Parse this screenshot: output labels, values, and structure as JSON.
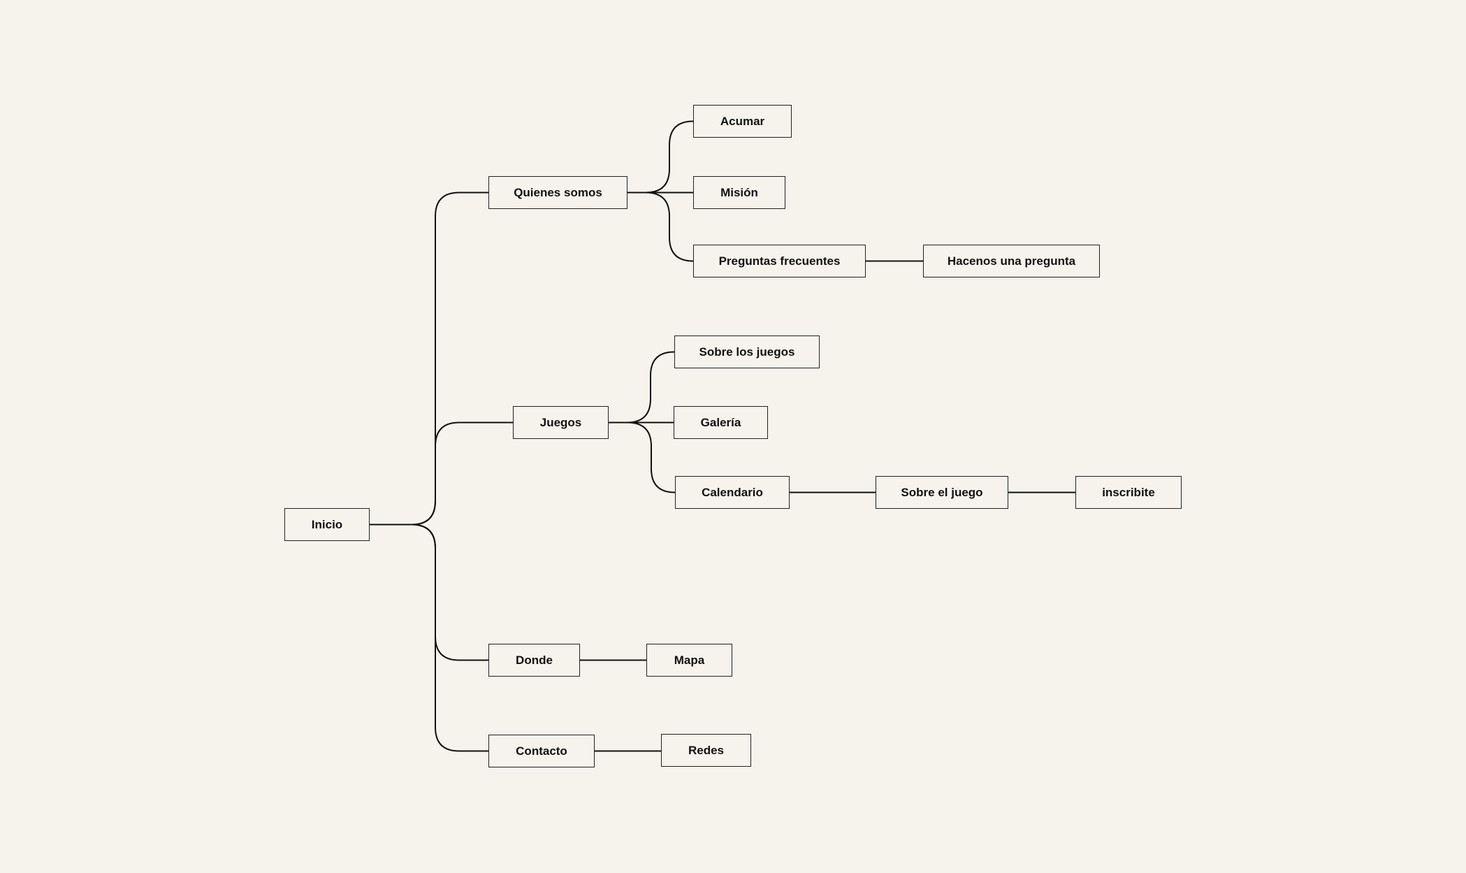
{
  "diagram": {
    "type": "sitemap-tree",
    "root": "inicio",
    "nodes": [
      {
        "id": "inicio",
        "label": "Inicio",
        "parent": null
      },
      {
        "id": "quienes-somos",
        "label": "Quienes somos",
        "parent": "inicio"
      },
      {
        "id": "acumar",
        "label": "Acumar",
        "parent": "quienes-somos"
      },
      {
        "id": "mision",
        "label": "Misión",
        "parent": "quienes-somos"
      },
      {
        "id": "preguntas-frecuentes",
        "label": "Preguntas frecuentes",
        "parent": "quienes-somos"
      },
      {
        "id": "hacenos-una-pregunta",
        "label": "Hacenos una pregunta",
        "parent": "preguntas-frecuentes"
      },
      {
        "id": "juegos",
        "label": "Juegos",
        "parent": "inicio"
      },
      {
        "id": "sobre-los-juegos",
        "label": "Sobre los juegos",
        "parent": "juegos"
      },
      {
        "id": "galeria",
        "label": "Galería",
        "parent": "juegos"
      },
      {
        "id": "calendario",
        "label": "Calendario",
        "parent": "juegos"
      },
      {
        "id": "sobre-el-juego",
        "label": "Sobre el juego",
        "parent": "calendario"
      },
      {
        "id": "inscribite",
        "label": "inscribite",
        "parent": "sobre-el-juego"
      },
      {
        "id": "donde",
        "label": "Donde",
        "parent": "inicio"
      },
      {
        "id": "mapa",
        "label": "Mapa",
        "parent": "donde"
      },
      {
        "id": "contacto",
        "label": "Contacto",
        "parent": "inicio"
      },
      {
        "id": "redes",
        "label": "Redes",
        "parent": "contacto"
      }
    ]
  }
}
